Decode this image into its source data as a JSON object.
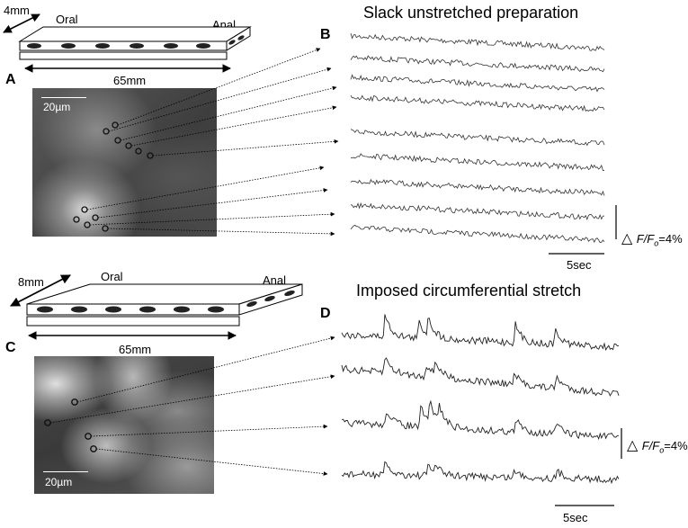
{
  "panels": {
    "A": {
      "letter": "A",
      "width_label": "4mm",
      "oral_label": "Oral",
      "anal_label": "Anal",
      "length_label": "65mm",
      "scale_label": "20µm"
    },
    "B": {
      "letter": "B",
      "title": "Slack unstretched preparation",
      "scale_label": "5sec",
      "amp_prefix": "△ ",
      "amp_f": "F/F",
      "amp_sub": "o",
      "amp_value": "=4%"
    },
    "C": {
      "letter": "C",
      "width_label": "8mm",
      "oral_label": "Oral",
      "anal_label": "Anal",
      "length_label": "65mm",
      "scale_label": "20µm"
    },
    "D": {
      "letter": "D",
      "title": "Imposed circumferential stretch",
      "scale_label": "5sec",
      "amp_prefix": "△ ",
      "amp_f": "F/F",
      "amp_sub": "o",
      "amp_value": "=4%"
    }
  },
  "colors": {
    "ink": "#000000",
    "micrograph_dark": "#3c3c3c",
    "micrograph_light": "#cfcfcf",
    "neuron_fill": "#222222"
  }
}
